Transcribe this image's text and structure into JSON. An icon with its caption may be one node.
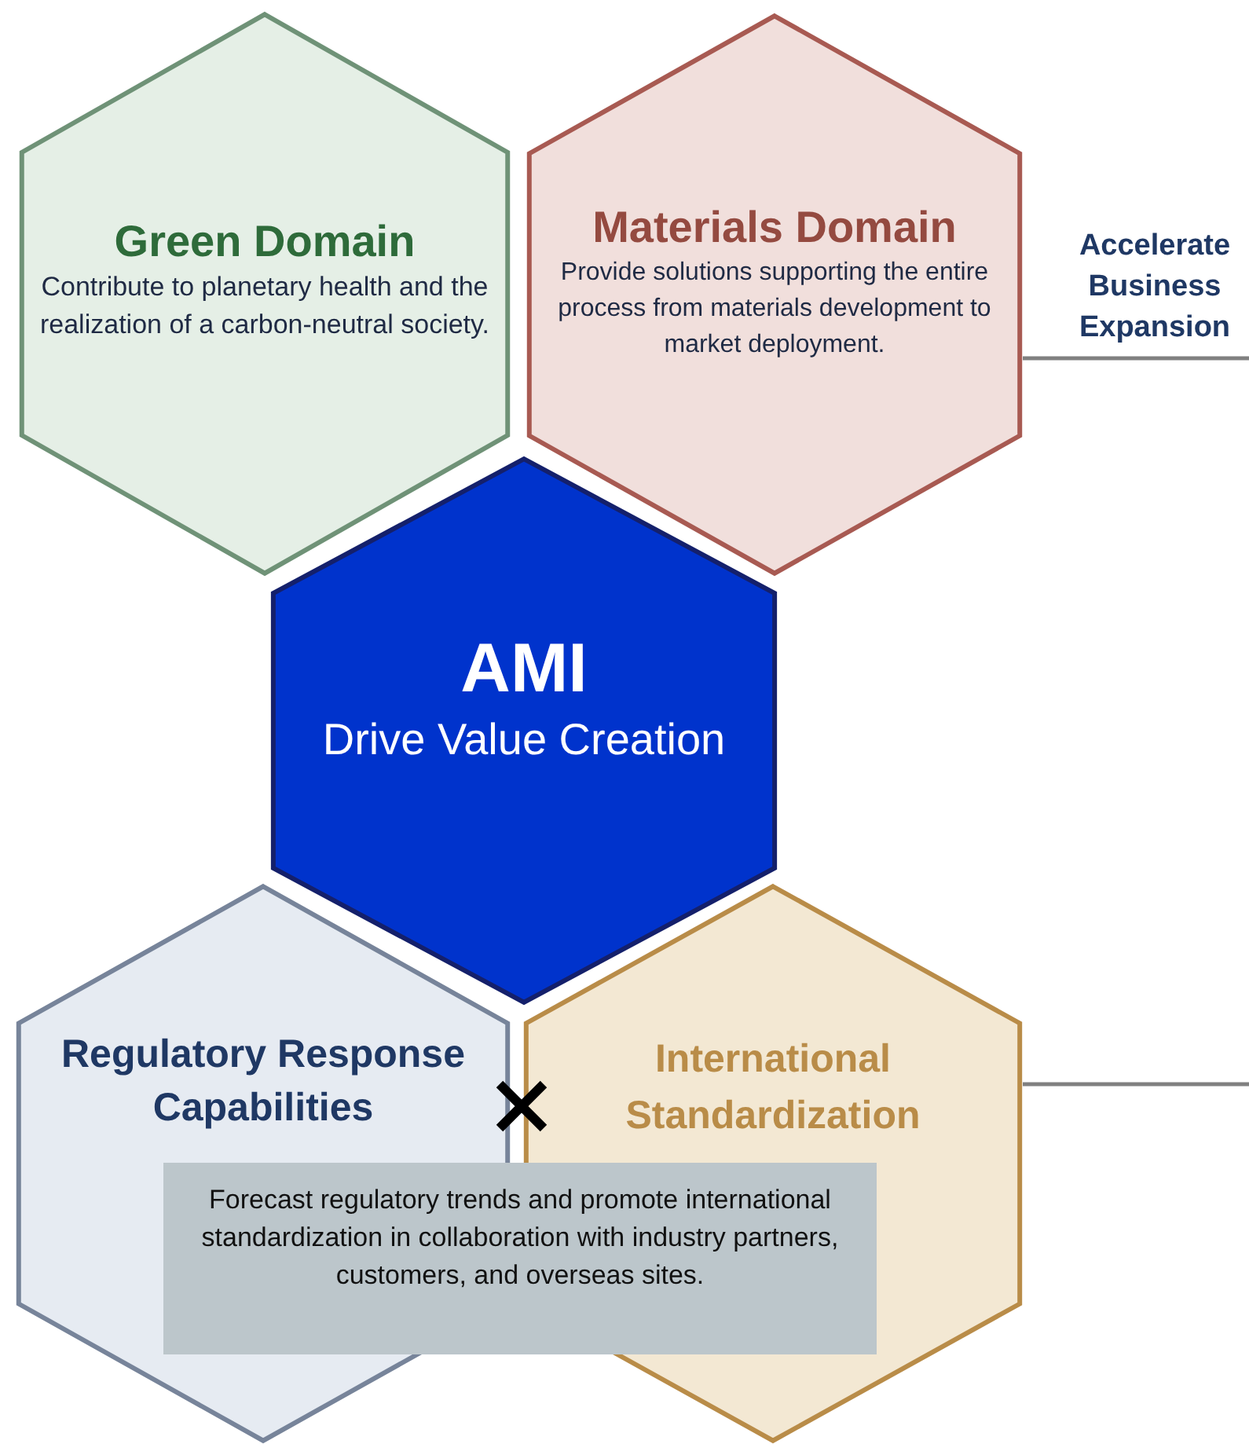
{
  "diagram": {
    "nodes": [
      {
        "text": [
          "Green Domain",
          "Contribute to planetary health and the realization of a carbon-neutral society."
        ]
      },
      {
        "text": [
          "Materials Domain",
          "Provide solutions supporting the entire process from materials development to market deployment."
        ]
      },
      {
        "text": [
          "AMI",
          "Drive Value Creation"
        ]
      },
      {
        "text": [
          "Regulatory Response Capabilities"
        ]
      },
      {
        "text": [
          "International Standardization"
        ]
      },
      {
        "text": [
          "Forecast regulatory trends and promote international standardization in collaboration with industry partners, customers, and overseas sites."
        ]
      }
    ],
    "edges": [
      {
        "from": 1,
        "to": null,
        "arrow": "none",
        "color": "#808080"
      },
      {
        "from": 4,
        "to": null,
        "arrow": "none",
        "color": "#808080"
      }
    ],
    "labels": [
      "Accelerate Business Expansion"
    ]
  }
}
